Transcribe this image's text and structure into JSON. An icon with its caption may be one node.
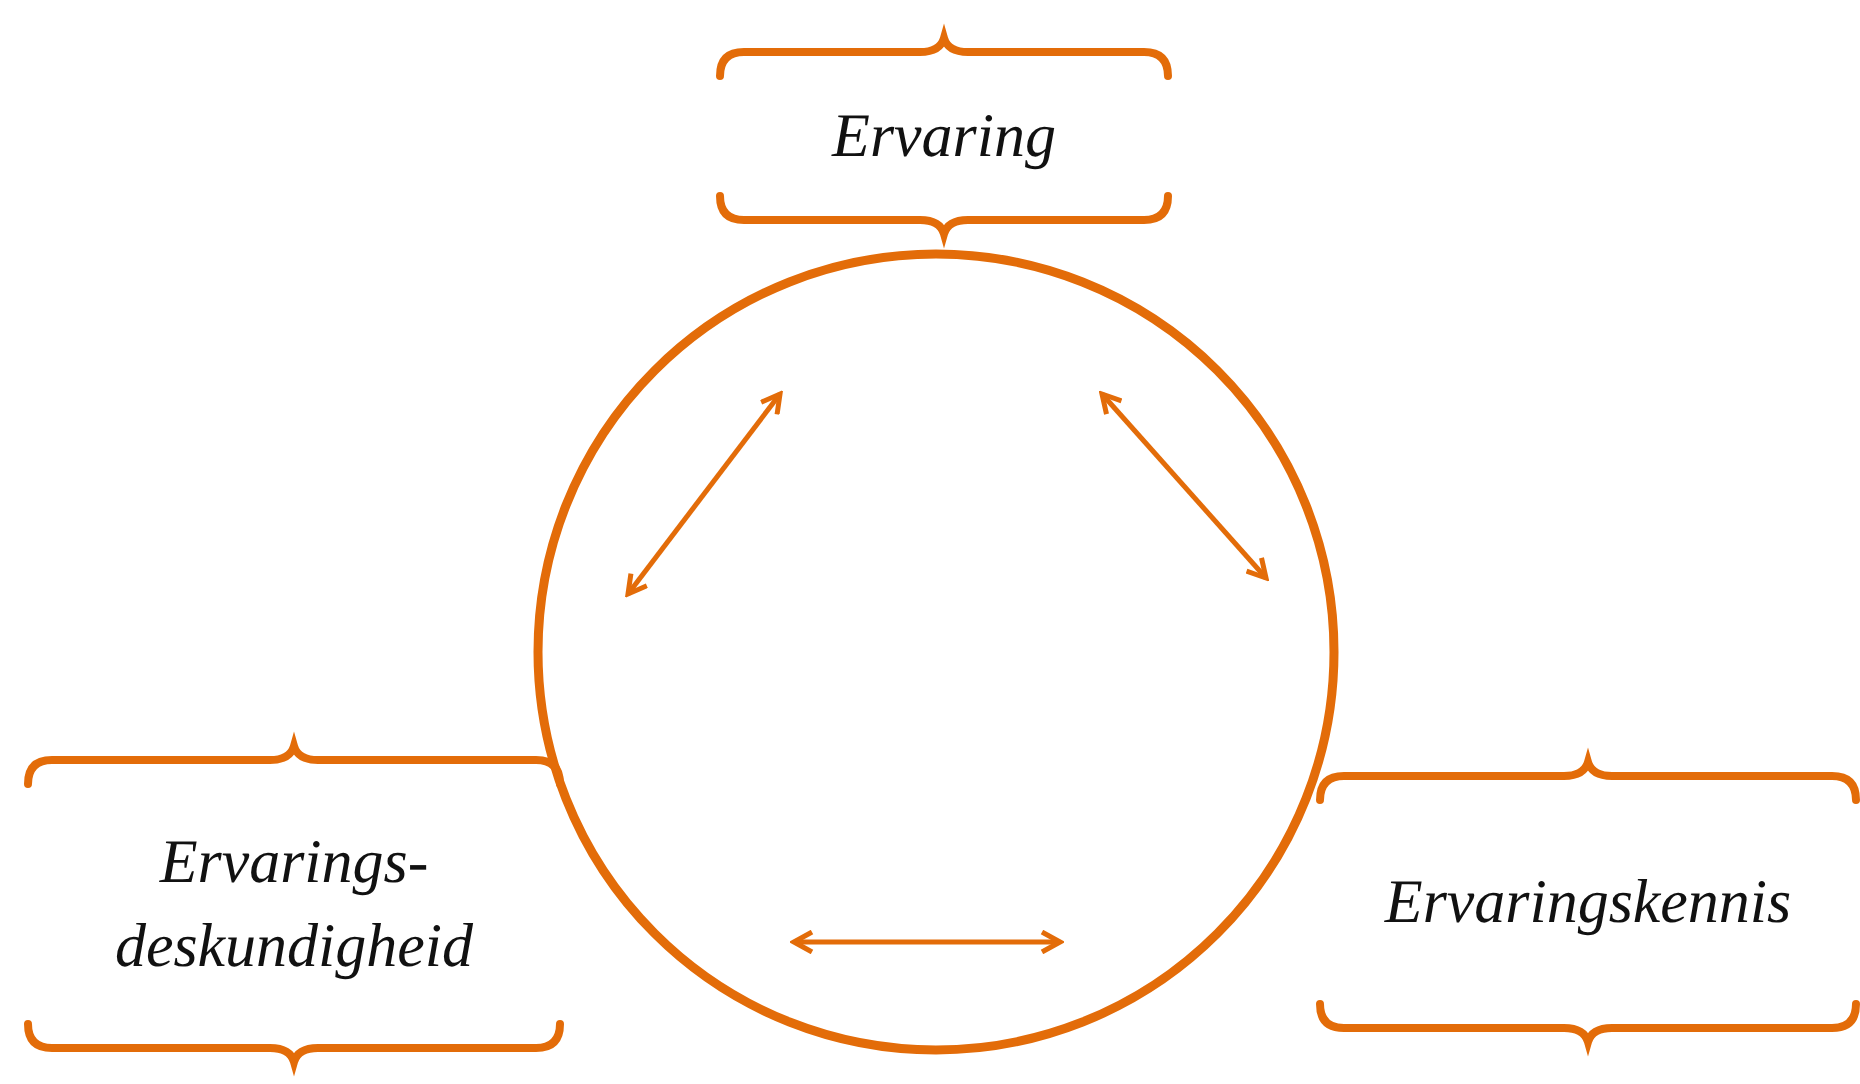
{
  "diagram": {
    "nodes": [
      {
        "text": [
          "Ervaring"
        ]
      },
      {
        "text": [
          "Ervarings-deskundigheid"
        ]
      },
      {
        "text": [
          "Ervaringskennis"
        ]
      },
      {
        "text": [],
        "shape": "circle"
      }
    ]
  }
}
